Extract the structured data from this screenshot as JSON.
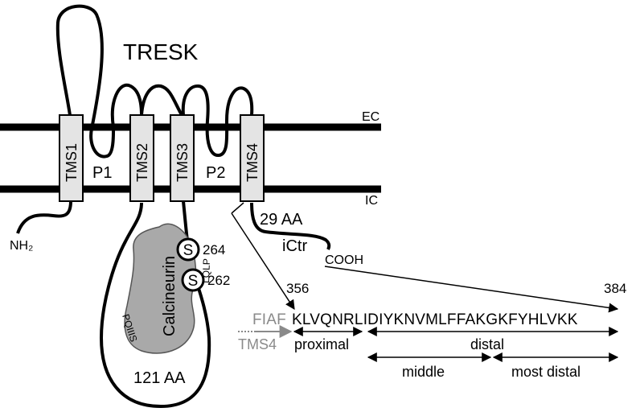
{
  "title": "TRESK",
  "membrane": {
    "ec_label": "EC",
    "ic_label": "IC"
  },
  "helices": [
    "TMS1",
    "TMS2",
    "TMS3",
    "TMS4"
  ],
  "loops": {
    "p1": "P1",
    "p2": "P2"
  },
  "n_terminus": "NH₂",
  "c_terminus": "COOH",
  "intracellular_loop": {
    "length": "121 AA",
    "calcineurin": "Calcineurin",
    "motif_left": "PQIIIS",
    "motif_right": "LQLP",
    "phospho_sites": [
      {
        "symbol": "S",
        "position": "264"
      },
      {
        "symbol": "S",
        "position": "262"
      }
    ]
  },
  "c_tail": {
    "length": "29 AA",
    "name": "iCtr"
  },
  "sequence": {
    "start_index": "356",
    "end_index": "384",
    "tms_residues": "FIAF",
    "tms_label": "TMS4",
    "residues": "KLVQNRLIDIYKNVMLFFAKGKFYHLVKK"
  },
  "regions": {
    "proximal": "proximal",
    "distal": "distal",
    "middle": "middle",
    "most_distal": "most distal"
  }
}
